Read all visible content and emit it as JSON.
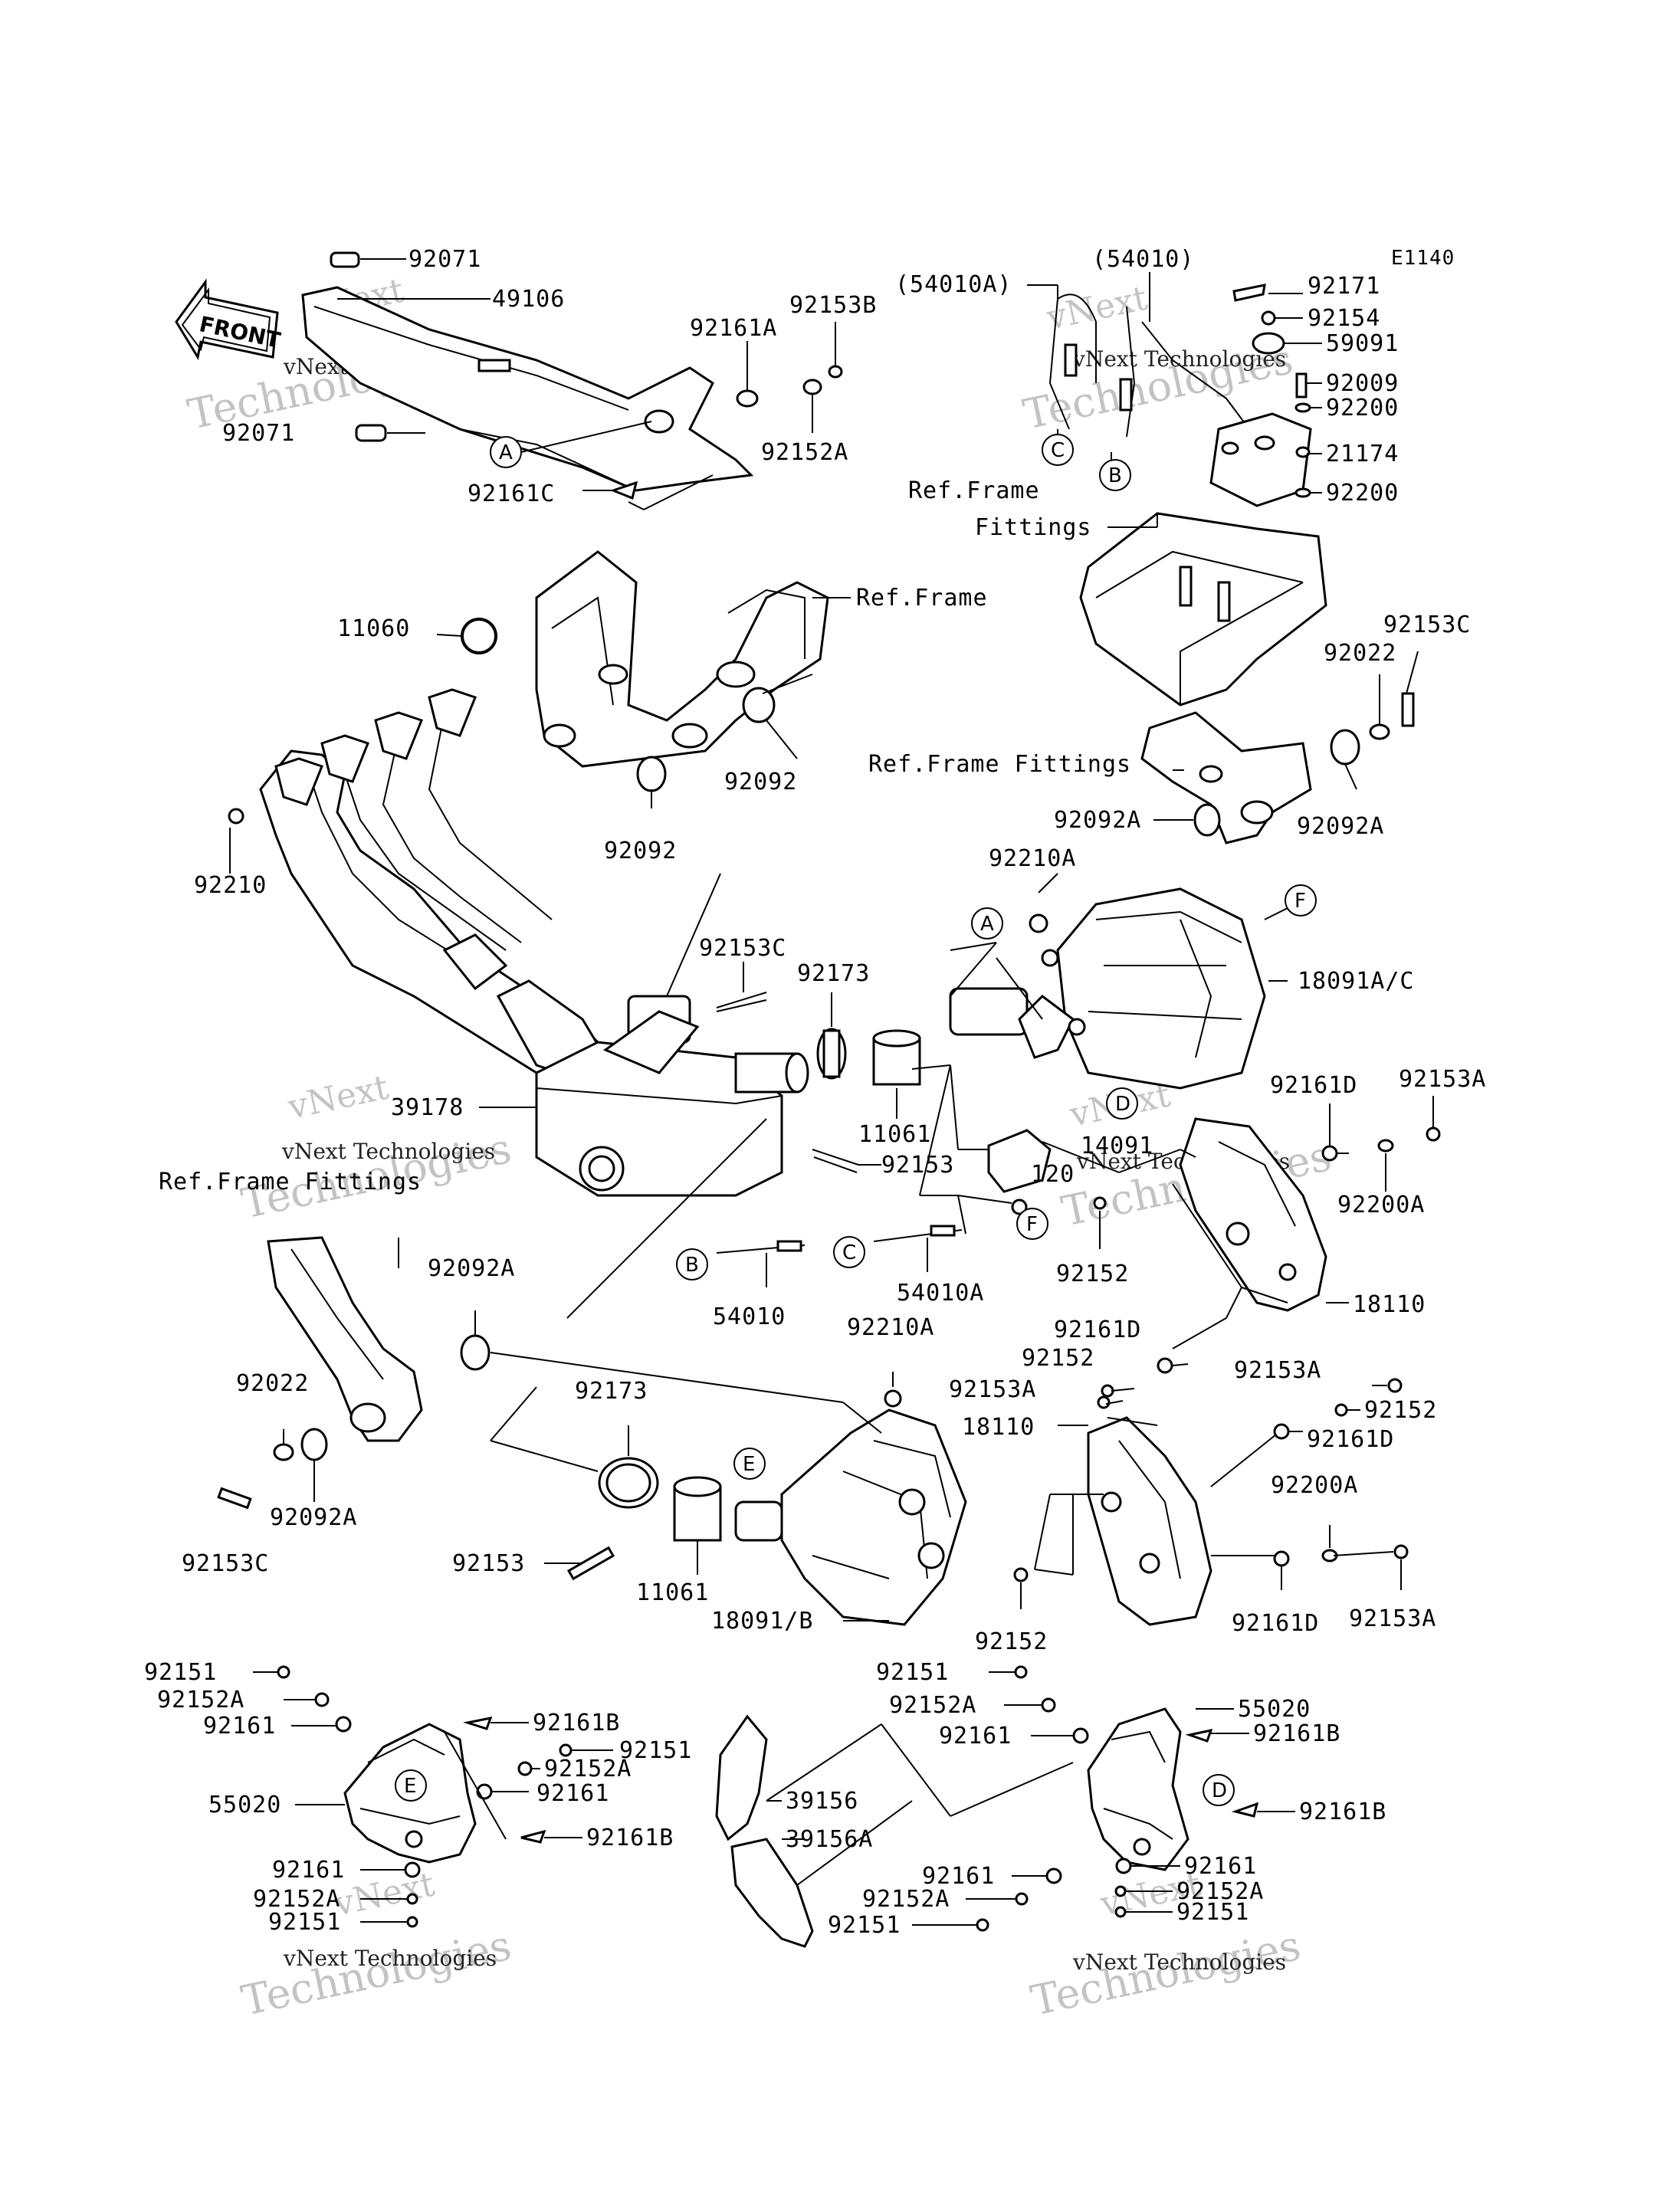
{
  "diagram": {
    "code": "E1140",
    "front_arrow_text": "FRONT",
    "watermark": {
      "line1": "vNext",
      "line2": "Technologies",
      "full": "vNext Technologies"
    },
    "labels": {
      "p92071a": "92071",
      "p49106": "49106",
      "p92161A": "92161A",
      "p92153B": "92153B",
      "p92071b": "92071",
      "p92152A_top": "92152A",
      "p92161C": "92161C",
      "p54010A_top": "(54010A)",
      "p54010_top": "(54010)",
      "p92171": "92171",
      "p92154": "92154",
      "p59091": "59091",
      "p92009": "92009",
      "p92200a": "92200",
      "p21174": "21174",
      "p92200b": "92200",
      "refFrameFittings1a": "Ref.Frame",
      "refFrameFittings1b": "Fittings",
      "refFrame": "Ref.Frame",
      "p11060": "11060",
      "p92153C_r": "92153C",
      "p92022_r": "92022",
      "refFrameFittings2": "Ref.Frame Fittings",
      "p92092a": "92092",
      "p92092b": "92092",
      "p92210": "92210",
      "p92092A_r1": "92092A",
      "p92092A_r2": "92092A",
      "p92210A_1": "92210A",
      "p18091AC": "18091A/C",
      "p92153C_m": "92153C",
      "p92173_m": "92173",
      "p39178": "39178",
      "p11061_m": "11061",
      "p92153_m": "92153",
      "p14091": "14091",
      "p120": "120",
      "p92161D_1": "92161D",
      "p92153A_1": "92153A",
      "p92200A_1": "92200A",
      "refFrameFittings3": "Ref.Frame Fittings",
      "p54010": "54010",
      "p54010A": "54010A",
      "p92152_1": "92152",
      "p18110_1": "18110",
      "p92092A_l": "92092A",
      "p92210A_2": "92210A",
      "p92161D_2": "92161D",
      "p92152_2": "92152",
      "p92153A_2": "92153A",
      "p92153A_3": "92153A",
      "p92152_3": "92152",
      "p92161D_3": "92161D",
      "p18110_2": "18110",
      "p92022_l": "92022",
      "p92173_l": "92173",
      "p92092A_l2": "92092A",
      "p92153C_l": "92153C",
      "p92153_l": "92153",
      "p11061_l": "11061",
      "p18091B": "18091/B",
      "p92200A_2": "92200A",
      "p92152_4": "92152",
      "p92161D_4": "92161D",
      "p92153A_4": "92153A",
      "p92151_1": "92151",
      "p92152A_1": "92152A",
      "p92161_1": "92161",
      "p92161B_1": "92161B",
      "p92151_2": "92151",
      "p92152A_2": "92152A",
      "p92161_2": "92161",
      "p55020_l": "55020",
      "p92161B_2": "92161B",
      "p92161_3": "92161",
      "p92152A_3": "92152A",
      "p92151_3": "92151",
      "p92151_4": "92151",
      "p92152A_4": "92152A",
      "p92161_4": "92161",
      "p55020_r": "55020",
      "p92161B_3": "92161B",
      "p39156": "39156",
      "p39156A": "39156A",
      "p92161B_4": "92161B",
      "p92161_5": "92161",
      "p92152A_5": "92152A",
      "p92151_5": "92151",
      "p92161_6": "92161",
      "p92152A_6": "92152A",
      "p92151_6": "92151"
    },
    "callouts": {
      "A": "A",
      "B": "B",
      "C": "C",
      "D": "D",
      "E": "E",
      "F": "F"
    }
  }
}
